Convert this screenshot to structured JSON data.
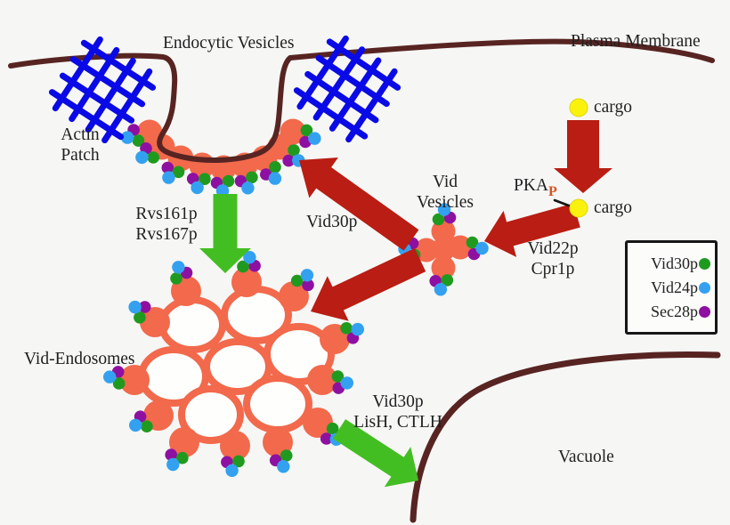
{
  "labels": {
    "endocytic_vesicles": "Endocytic Vesicles",
    "plasma_membrane": "Plasma Membrane",
    "actin_line1": "Actin",
    "actin_line2": "Patch",
    "rvs_line1": "Rvs161p",
    "rvs_line2": "Rvs167p",
    "vid30p_arrow": "Vid30p",
    "vid_vesicles_line1": "Vid",
    "vid_vesicles_line2": "Vesicles",
    "pka": "PKA",
    "phospho": "P",
    "cargo_top": "cargo",
    "cargo_bottom": "cargo",
    "vid22p_line1": "Vid22p",
    "vid22p_line2": "Cpr1p",
    "vid_endosomes": "Vid-Endosomes",
    "sorting_line1": "Vid30p",
    "sorting_line2": "LisH, CTLH",
    "vacuole": "Vacuole"
  },
  "legend": {
    "items": [
      {
        "label": "Vid30p",
        "color": "#1F9A1F"
      },
      {
        "label": "Vid24p",
        "color": "#33A1F0"
      },
      {
        "label": "Sec28p",
        "color": "#8E10A0"
      }
    ]
  },
  "colors": {
    "background": "#F6F6F4",
    "text": "#1F1F1F",
    "membrane": "#572422",
    "red_arrow": "#B91D13",
    "green_arrow": "#43BE22",
    "vesicle_orange": "#F2694C",
    "dot_green": "#1F9A1F",
    "dot_blue": "#33A1F0",
    "dot_purple": "#8E10A0",
    "cargo_yellow": "#FAF20C",
    "actin_blue": "#0A0AE6",
    "phospho_orange": "#D9531E",
    "legend_border": "#161616"
  }
}
